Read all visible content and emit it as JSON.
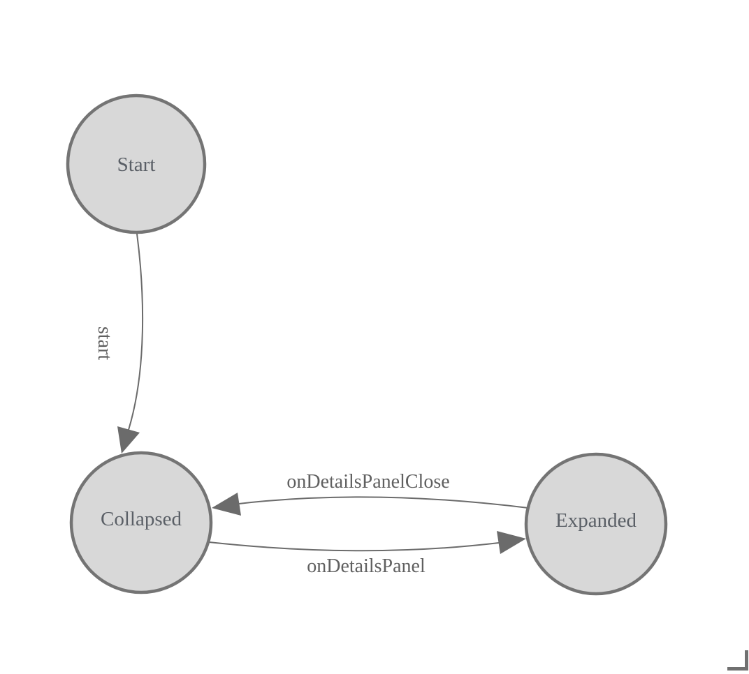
{
  "diagram": {
    "type": "state-machine",
    "states": [
      {
        "label": "Start"
      },
      {
        "label": "Collapsed"
      },
      {
        "label": "Expanded"
      }
    ],
    "transitions": [
      {
        "from": "Start",
        "to": "Collapsed",
        "label": "start"
      },
      {
        "from": "Expanded",
        "to": "Collapsed",
        "label": "onDetailsPanelClose"
      },
      {
        "from": "Collapsed",
        "to": "Expanded",
        "label": "onDetailsPanel"
      }
    ],
    "colors": {
      "background": "#ffffff",
      "state_fill": "#d8d8d8",
      "state_border": "#747474",
      "edge": "#6b6b6b",
      "arrowhead": "#6b6b6b",
      "state_text": "#5a5f66",
      "edge_text": "#606060",
      "resize_handle": "#707070"
    }
  }
}
